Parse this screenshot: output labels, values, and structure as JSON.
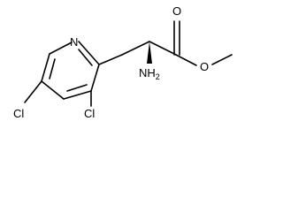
{
  "molecule": {
    "atoms": {
      "ring_nitrogen": "N",
      "oxygen_carbonyl": "O",
      "oxygen_ester": "O",
      "chlorine_5": "Cl",
      "chlorine_3": "Cl",
      "amine": {
        "main": "NH",
        "subscript": "2"
      }
    },
    "stereo": {
      "alpha_carbon": "wedge"
    },
    "colors": {
      "bond": "#000000",
      "text": "#000000",
      "background": "#ffffff"
    }
  }
}
